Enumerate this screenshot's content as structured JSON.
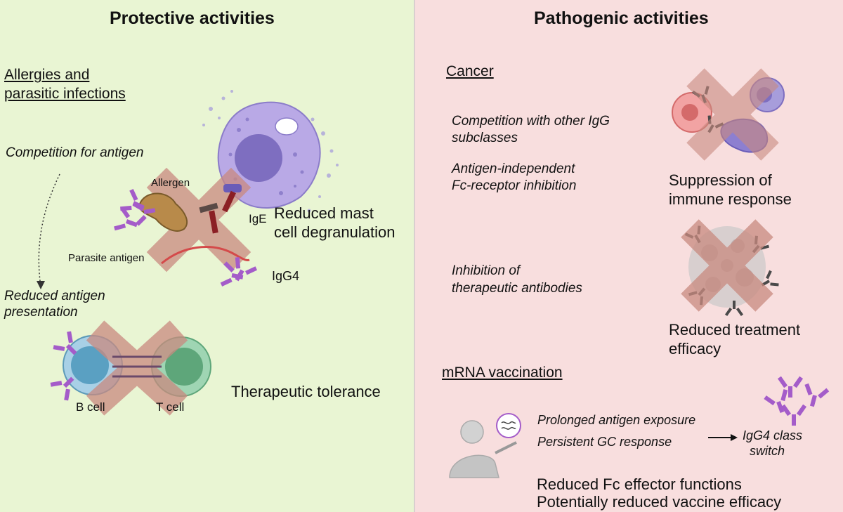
{
  "left": {
    "heading": "Protective activities",
    "section_title_line1": "Allergies and",
    "section_title_line2": "parasitic infections",
    "competition": "Competition for antigen",
    "reduced_presentation_line1": "Reduced antigen",
    "reduced_presentation_line2": "presentation",
    "allergen_label": "Allergen",
    "ige_label": "IgE",
    "parasite_label": "Parasite antigen",
    "igg4_label": "IgG4",
    "mast_line1": "Reduced mast",
    "mast_line2": "cell degranulation",
    "bcell_label": "B cell",
    "tcell_label": "T cell",
    "tolerance": "Therapeutic tolerance"
  },
  "right": {
    "heading": "Pathogenic activities",
    "cancer_title": "Cancer",
    "competition_line1": "Competition with other IgG",
    "competition_line2": "subclasses",
    "antigen_indep_line1": "Antigen-independent",
    "antigen_indep_line2": "Fc-receptor inhibition",
    "suppression_line1": "Suppression of",
    "suppression_line2": "immune response",
    "inhibition_line1": "Inhibition of",
    "inhibition_line2": "therapeutic antibodies",
    "treatment_line1": "Reduced treatment",
    "treatment_line2": "efficacy",
    "mrna_title": "mRNA vaccination",
    "prolonged": "Prolonged antigen exposure",
    "persistent": "Persistent GC response",
    "class_switch_line1": "IgG4 class",
    "class_switch_line2": "switch",
    "fc_effector": "Reduced Fc effector functions",
    "vaccine_efficacy": "Potentially reduced vaccine efficacy"
  },
  "colors": {
    "left_bg": "#e9f5d3",
    "right_bg": "#f8dede",
    "cross": "#c98a80",
    "mast_cell": "#b9a9e6",
    "igg4": "#a45cc9"
  },
  "icons": [
    "mast-cell-icon",
    "x-mark-icon",
    "igg4-antibody-icon",
    "ige-antibody-icon",
    "peanut-allergen-icon",
    "b-cell-icon",
    "t-cell-icon",
    "cancer-cell-icon",
    "tumor-cells-icon",
    "person-vaccination-icon",
    "mrna-icon",
    "arrow-icon"
  ]
}
